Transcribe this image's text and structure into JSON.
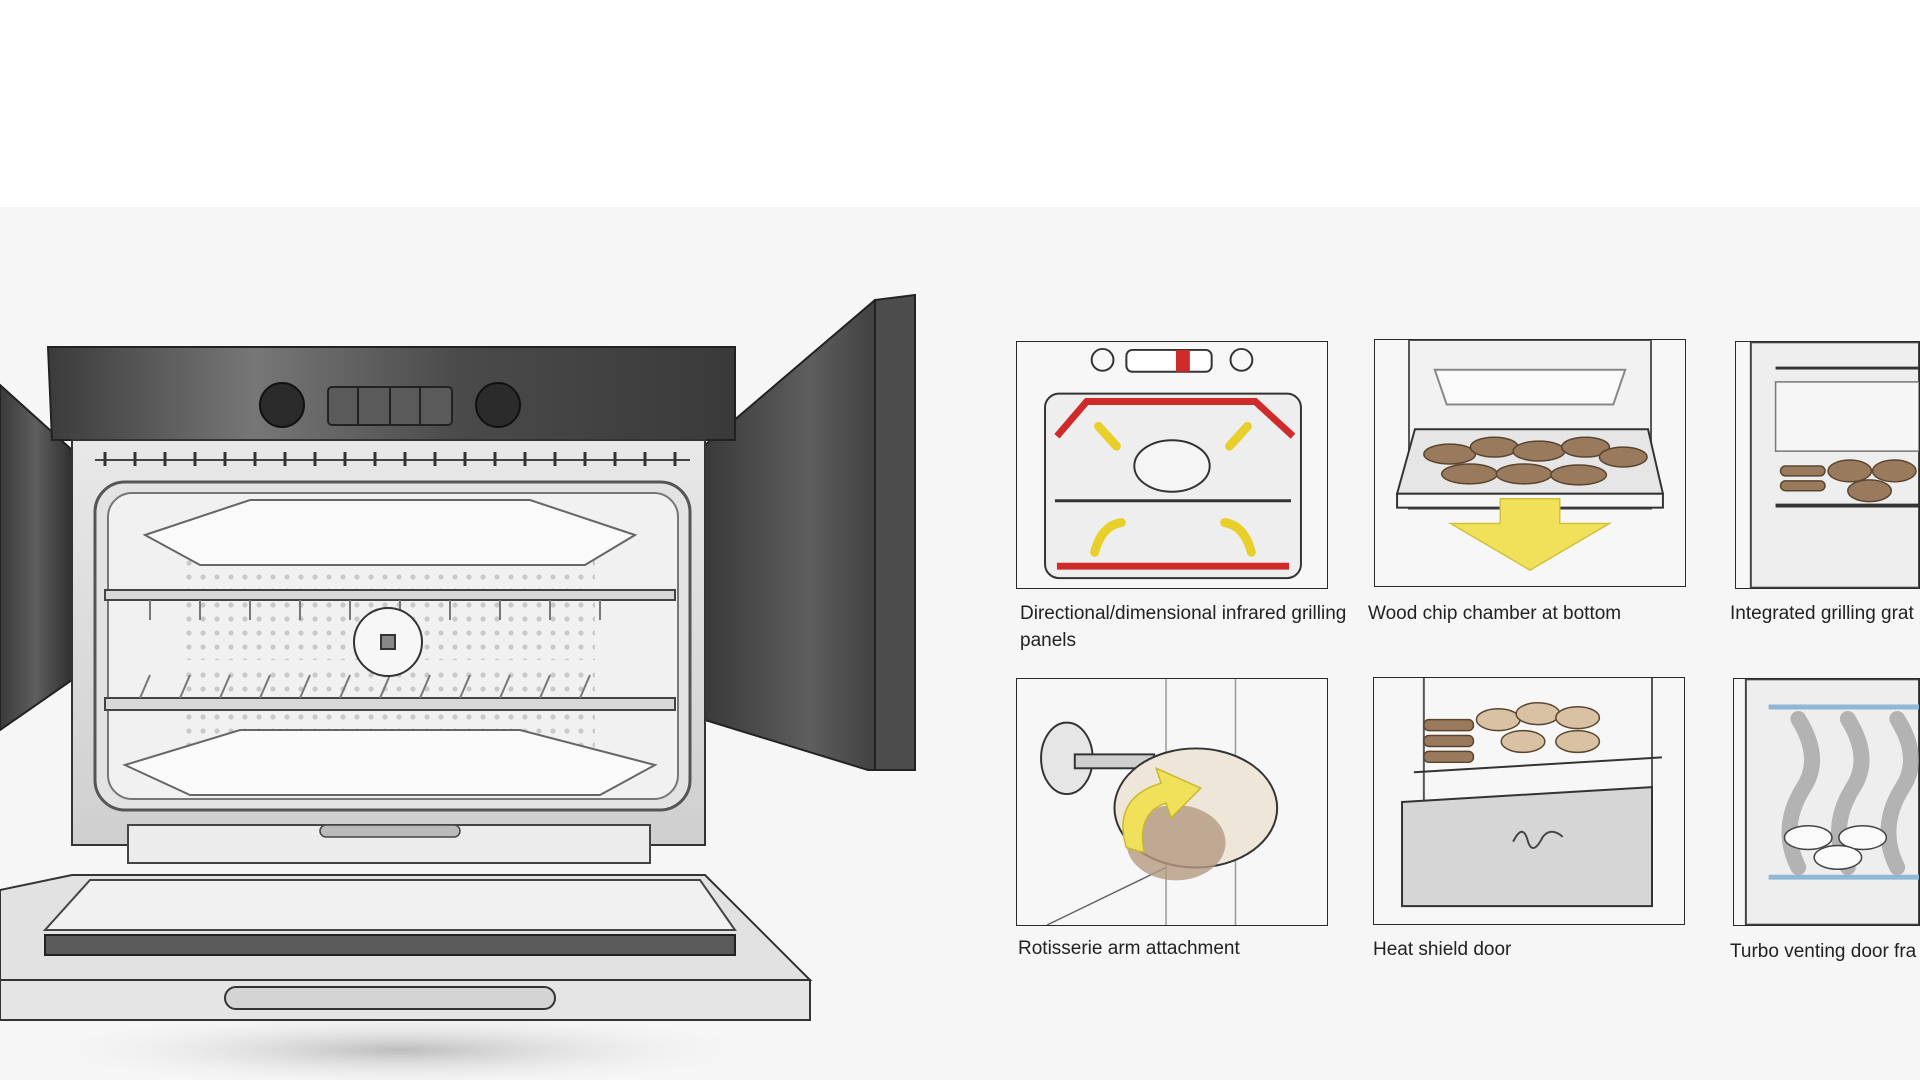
{
  "features": [
    {
      "id": "infrared",
      "caption": "Directional/dimensional infrared grilling panels",
      "icon": "infrared-grilling-panels-sketch",
      "highlight_color": "#cf2b2b"
    },
    {
      "id": "woodchip",
      "caption": "Wood chip chamber at bottom",
      "icon": "wood-chip-chamber-sketch",
      "highlight_color": "#f1e15a"
    },
    {
      "id": "grilling-grate",
      "caption": "Integrated grilling grat",
      "icon": "grilling-grate-sketch"
    },
    {
      "id": "rotisserie",
      "caption": "Rotisserie arm attachment",
      "icon": "rotisserie-arm-sketch",
      "highlight_color": "#f1e15a"
    },
    {
      "id": "heat-shield",
      "caption": "Heat shield door",
      "icon": "heat-shield-door-sketch"
    },
    {
      "id": "turbo-venting",
      "caption": "Turbo venting door fra",
      "icon": "turbo-venting-door-sketch",
      "highlight_color": "#8fb7d6"
    }
  ],
  "colors": {
    "background": "#f6f6f6",
    "outline": "#2a2a2a",
    "accent_red": "#cf2b2b",
    "accent_yellow": "#f1e15a"
  }
}
